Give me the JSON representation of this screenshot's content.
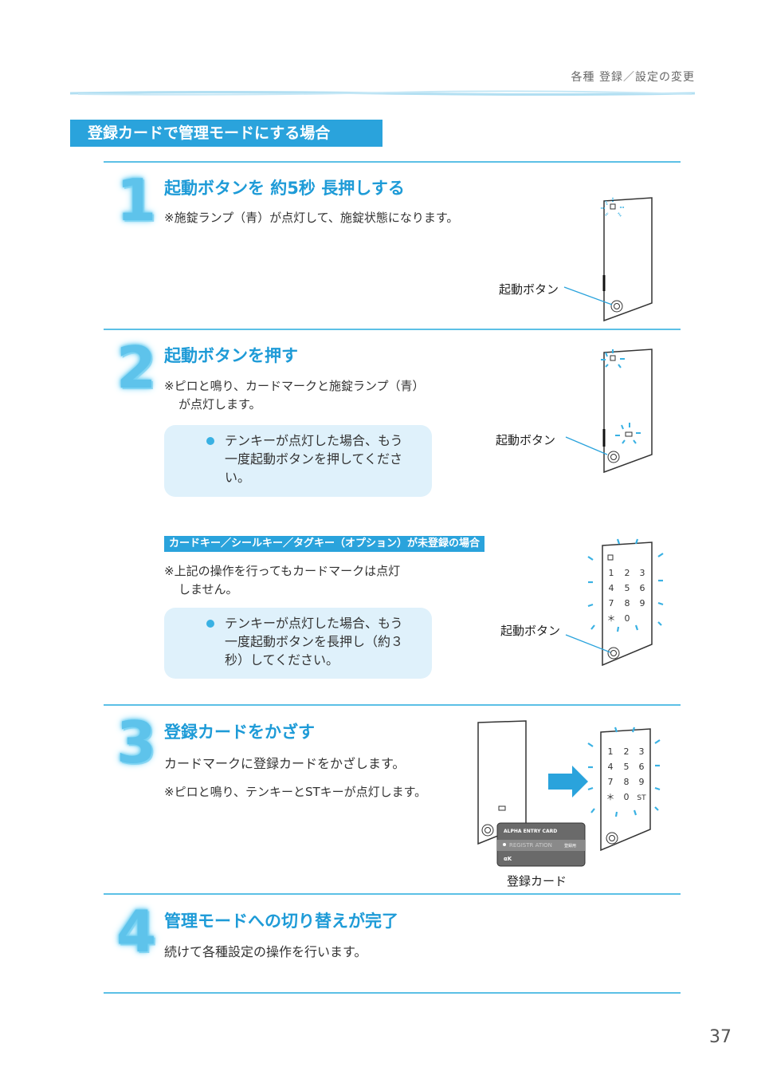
{
  "header": {
    "breadcrumb": "各種 登録／設定の変更"
  },
  "section": {
    "title": "登録カードで管理モードにする場合"
  },
  "colors": {
    "accent": "#2aa3dc",
    "note_bg": "#dff1fb",
    "title_text": "#1e9bd7"
  },
  "steps": [
    {
      "number": "1",
      "title": "起動ボタンを 約5秒 長押しする",
      "text": "※施錠ランプ（青）が点灯して、施錠状態になります。",
      "callout": "起動ボタン"
    },
    {
      "number": "2",
      "title": "起動ボタンを押す",
      "text_line1": "※ピロと鳴り、カードマークと施錠ランプ（青）",
      "text_line2": "が点灯します。",
      "note_lines": [
        "テンキーが点灯した場合、もう",
        "一度起動ボタンを押してくださ",
        "い。"
      ],
      "callout": "起動ボタン",
      "sub": {
        "heading": "カードキー／シールキー／タグキー（オプション）が未登録の場合",
        "text_line1": "※上記の操作を行ってもカードマークは点灯",
        "text_line2": "しません。",
        "note_lines": [
          "テンキーが点灯した場合、もう",
          "一度起動ボタンを長押し（約３",
          "秒）してください。"
        ],
        "callout": "起動ボタン",
        "keypad": [
          "1",
          "2",
          "3",
          "4",
          "5",
          "6",
          "7",
          "8",
          "9",
          "＊",
          "0"
        ]
      }
    },
    {
      "number": "3",
      "title": "登録カードをかざす",
      "text1": "カードマークに登録カードをかざします。",
      "text2": "※ピロと鳴り、テンキーとSTキーが点灯します。",
      "card": {
        "brand": "ALPHA ENTRY CARD",
        "reg": "REGISTR ATION",
        "reg_tag": "登録用",
        "logo": "αK"
      },
      "card_caption": "登録カード",
      "keypad": [
        "1",
        "2",
        "3",
        "4",
        "5",
        "6",
        "7",
        "8",
        "9",
        "＊",
        "0",
        "ST"
      ]
    },
    {
      "number": "4",
      "title": "管理モードへの切り替えが完了",
      "text": "続けて各種設定の操作を行います。"
    }
  ],
  "page_number": "37"
}
